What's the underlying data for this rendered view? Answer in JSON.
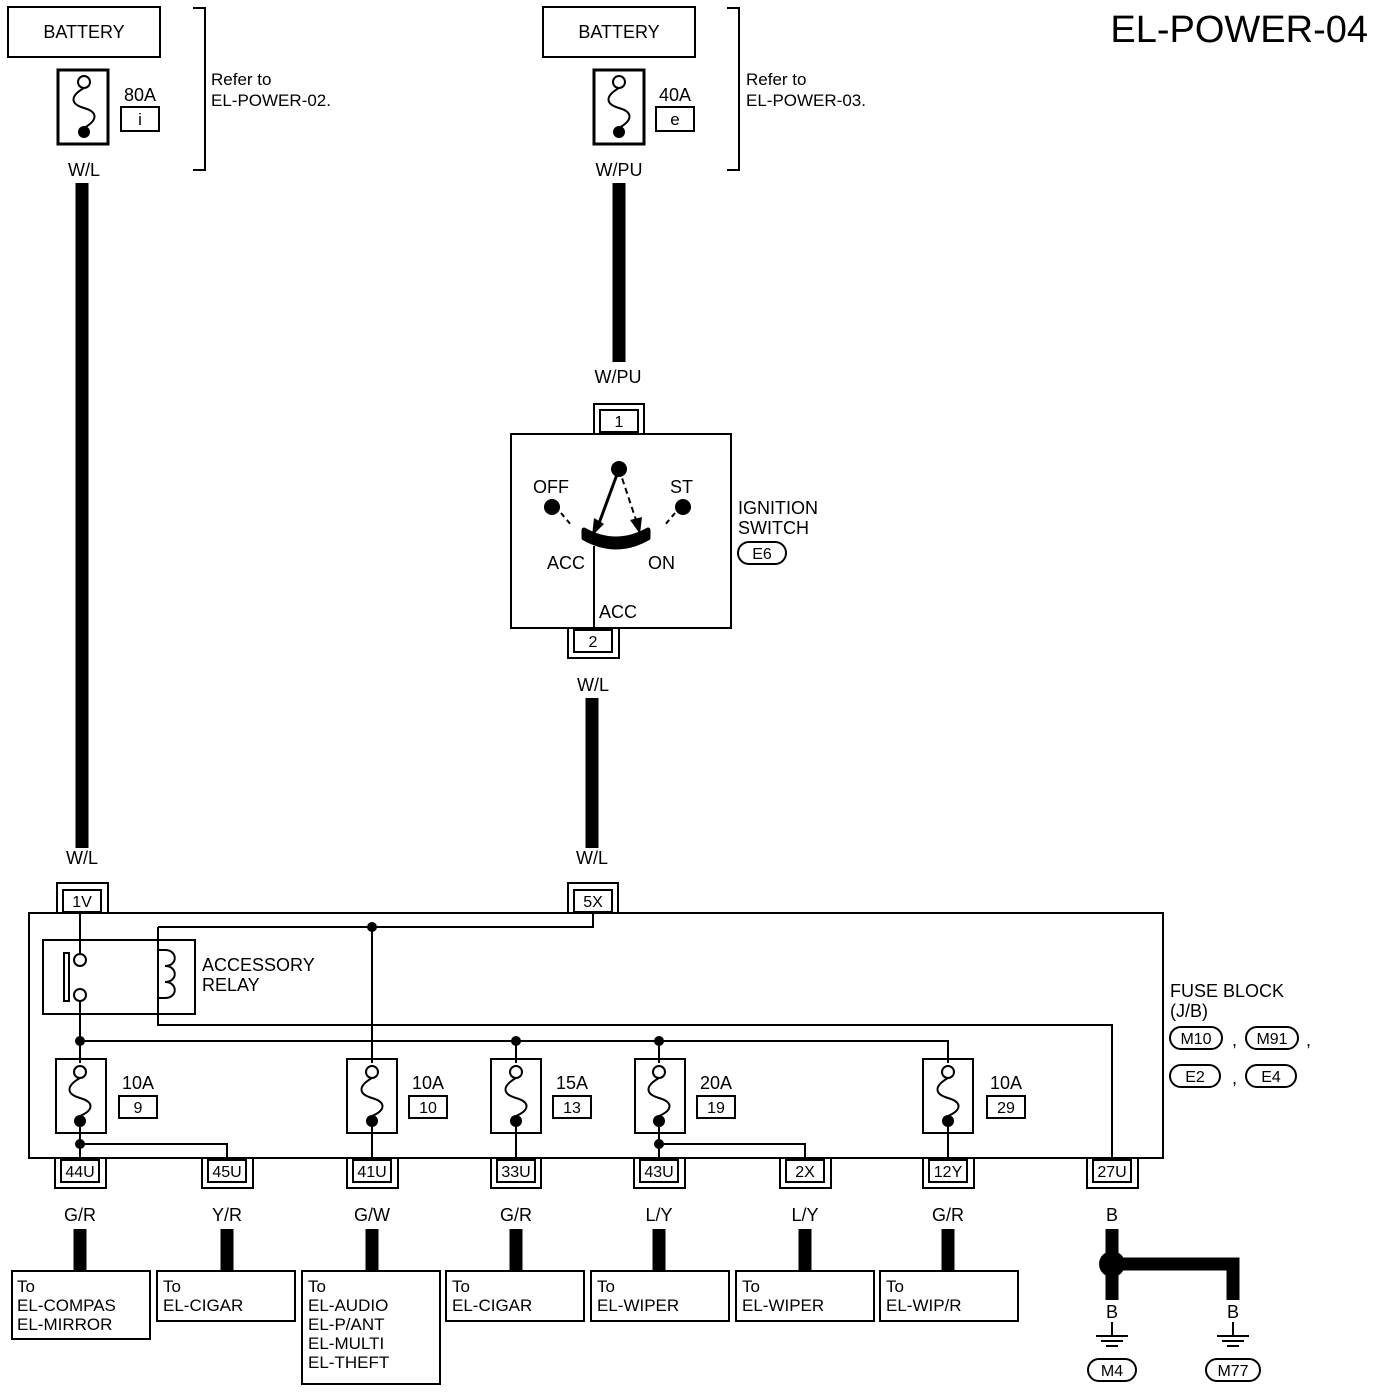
{
  "page_title": "EL-POWER-04",
  "batteries": [
    {
      "label": "BATTERY",
      "fuse_rating": "80A",
      "fuse_id": "i",
      "refer_lines": [
        "Refer to",
        "EL-POWER-02."
      ],
      "wire": "W/L"
    },
    {
      "label": "BATTERY",
      "fuse_rating": "40A",
      "fuse_id": "e",
      "refer_lines": [
        "Refer to",
        "EL-POWER-03."
      ],
      "wire": "W/PU"
    }
  ],
  "ignition_switch": {
    "wire_in": "W/PU",
    "pin_in": "1",
    "pin_out": "2",
    "positions": {
      "off": "OFF",
      "st": "ST",
      "acc": "ACC",
      "on": "ON"
    },
    "output_label": "ACC",
    "name_lines": [
      "IGNITION",
      "SWITCH"
    ],
    "connector": "E6",
    "wire_out": "W/L"
  },
  "fuse_block": {
    "name_lines": [
      "FUSE BLOCK",
      "(J/B)"
    ],
    "connectors": [
      "M10",
      "M91",
      "E2",
      "E4"
    ],
    "separators": [
      ",",
      ",",
      ","
    ],
    "input_pins": [
      {
        "wire": "W/L",
        "pin": "1V"
      },
      {
        "wire": "W/L",
        "pin": "5X"
      }
    ],
    "relay_lines": [
      "ACCESSORY",
      "RELAY"
    ],
    "fuses": [
      {
        "rating": "10A",
        "number": "9"
      },
      {
        "rating": "10A",
        "number": "10"
      },
      {
        "rating": "15A",
        "number": "13"
      },
      {
        "rating": "20A",
        "number": "19"
      },
      {
        "rating": "10A",
        "number": "29"
      }
    ]
  },
  "outputs": [
    {
      "pin": "44U",
      "wire": "G/R",
      "dest": [
        "To",
        "EL-COMPAS",
        "EL-MIRROR"
      ]
    },
    {
      "pin": "45U",
      "wire": "Y/R",
      "dest": [
        "To",
        "EL-CIGAR"
      ]
    },
    {
      "pin": "41U",
      "wire": "G/W",
      "dest": [
        "To",
        "EL-AUDIO",
        "EL-P/ANT",
        "EL-MULTI",
        "EL-THEFT"
      ]
    },
    {
      "pin": "33U",
      "wire": "G/R",
      "dest": [
        "To",
        "EL-CIGAR"
      ]
    },
    {
      "pin": "43U",
      "wire": "L/Y",
      "dest": [
        "To",
        "EL-WIPER"
      ]
    },
    {
      "pin": "2X",
      "wire": "L/Y",
      "dest": [
        "To",
        "EL-WIPER"
      ]
    },
    {
      "pin": "12Y",
      "wire": "G/R",
      "dest": [
        "To",
        "EL-WIP/R"
      ]
    }
  ],
  "ground": {
    "pin": "27U",
    "wire": "B",
    "branches": [
      {
        "wire": "B",
        "connector": "M4"
      },
      {
        "wire": "B",
        "connector": "M77"
      }
    ]
  }
}
